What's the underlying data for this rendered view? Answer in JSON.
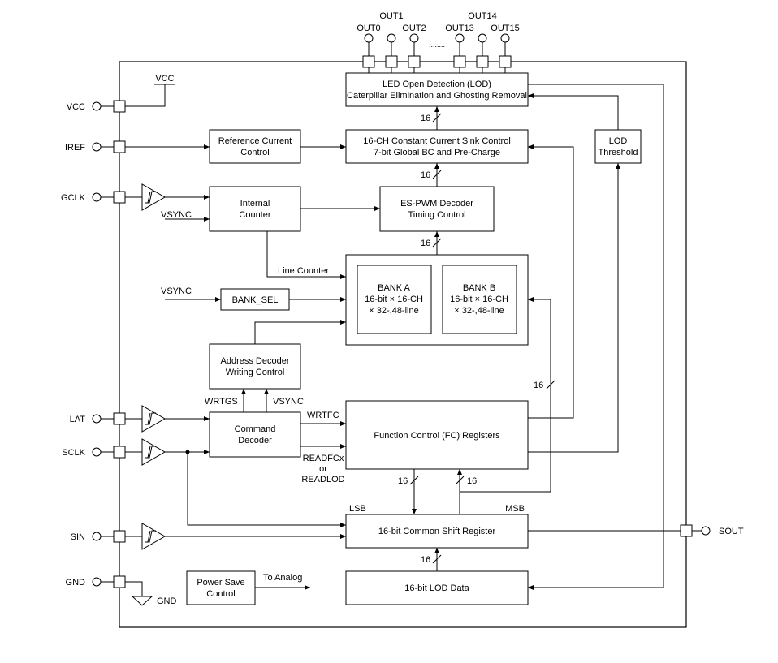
{
  "pins": {
    "out1": "OUT1",
    "out14": "OUT14",
    "out0": "OUT0",
    "out2": "OUT2",
    "out13": "OUT13",
    "out15": "OUT15",
    "out_ellipsis": "........",
    "vcc": "VCC",
    "iref": "IREF",
    "gclk": "GCLK",
    "lat": "LAT",
    "sclk": "SCLK",
    "sin": "SIN",
    "gnd": "GND",
    "sout": "SOUT"
  },
  "blocks": {
    "lod": [
      "LED Open Detection (LOD)",
      "Caterpillar Elimination and Ghosting Removal"
    ],
    "sink": [
      "16-CH Constant Current Sink Control",
      "7-bit Global BC and Pre-Charge"
    ],
    "refcur": [
      "Reference Current",
      "Control"
    ],
    "lodthr": [
      "LOD",
      "Threshold"
    ],
    "intcnt": [
      "Internal",
      "Counter"
    ],
    "espwm": [
      "ES-PWM Decoder",
      "Timing Control"
    ],
    "banka": [
      "BANK A",
      "16-bit × 16-CH",
      "× 32-,48-line"
    ],
    "bankb": [
      "BANK B",
      "16-bit × 16-CH",
      "× 32-,48-line"
    ],
    "banksel": "BANK_SEL",
    "addrdec": [
      "Address Decoder",
      "Writing Control"
    ],
    "cmddec": [
      "Command",
      "Decoder"
    ],
    "fc": "Function Control (FC) Registers",
    "shift": "16-bit Common Shift Register",
    "power": [
      "Power Save",
      "Control"
    ],
    "loddata": "16-bit LOD Data"
  },
  "labels": {
    "vcc_inner": "VCC",
    "vsync1": "VSYNC",
    "vsync2": "VSYNC",
    "vsync3": "VSYNC",
    "line_counter": "Line Counter",
    "wrtgs": "WRTGS",
    "wrtfc": "WRTFC",
    "readfcx": "READFCx",
    "or": "or",
    "readlod": "READLOD",
    "lsb": "LSB",
    "msb": "MSB",
    "to_analog": "To Analog",
    "gnd_inner": "GND",
    "bus_sink_lod": "16",
    "bus_pwm_sink": "16",
    "bus_bank_pwm": "16",
    "bus_fc_bank": "16",
    "bus_fc_shift": "16",
    "bus_shift_fc": "16",
    "bus_shift_lod": "16"
  }
}
